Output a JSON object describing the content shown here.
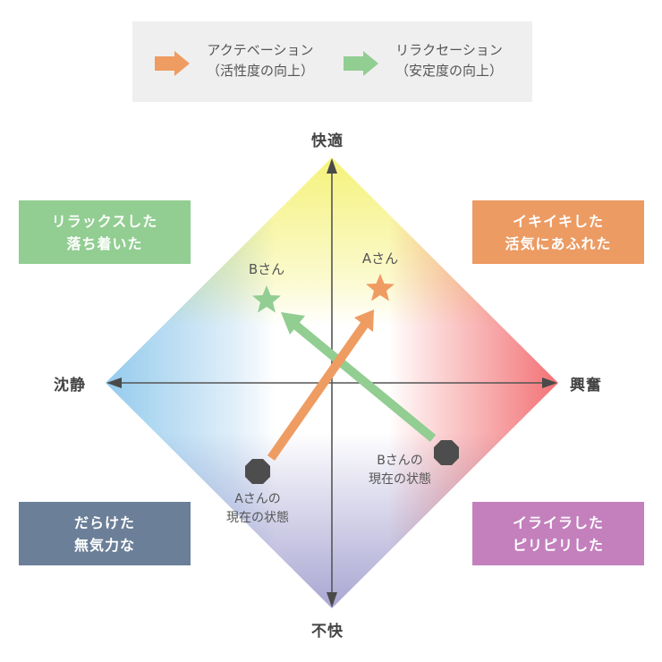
{
  "legend": {
    "activation": {
      "line1": "アクテベーション",
      "line2": "（活性度の向上）",
      "color": "#ef9c62",
      "icon": "orange-arrow-icon"
    },
    "relaxation": {
      "line1": "リラクセーション",
      "line2": "（安定度の向上）",
      "color": "#92cd92",
      "icon": "green-arrow-icon"
    }
  },
  "axes": {
    "top": "快適",
    "bottom": "不快",
    "left": "沈静",
    "right": "興奮"
  },
  "quadrants": {
    "top_left": {
      "line1": "リラックスした",
      "line2": "落ち着いた",
      "color": "#92cd92"
    },
    "top_right": {
      "line1": "イキイキした",
      "line2": "活気にあふれた",
      "color": "#ec9b63"
    },
    "bottom_left": {
      "line1": "だらけた",
      "line2": "無気力な",
      "color": "#6b7f98"
    },
    "bottom_right": {
      "line1": "イライラした",
      "line2": "ピリピリした",
      "color": "#c380bd"
    }
  },
  "points": {
    "a_target": {
      "label": "Aさん",
      "color": "#ef9c62"
    },
    "b_target": {
      "label": "Bさん",
      "color": "#92cd92"
    },
    "a_current": {
      "line1": "Aさんの",
      "line2": "現在の状態"
    },
    "b_current": {
      "line1": "Bさんの",
      "line2": "現在の状態"
    }
  },
  "gradient_colors": {
    "top": "#f5f27a",
    "right": "#f26a6e",
    "bottom": "#a9a6d2",
    "left": "#8ec8ec"
  }
}
